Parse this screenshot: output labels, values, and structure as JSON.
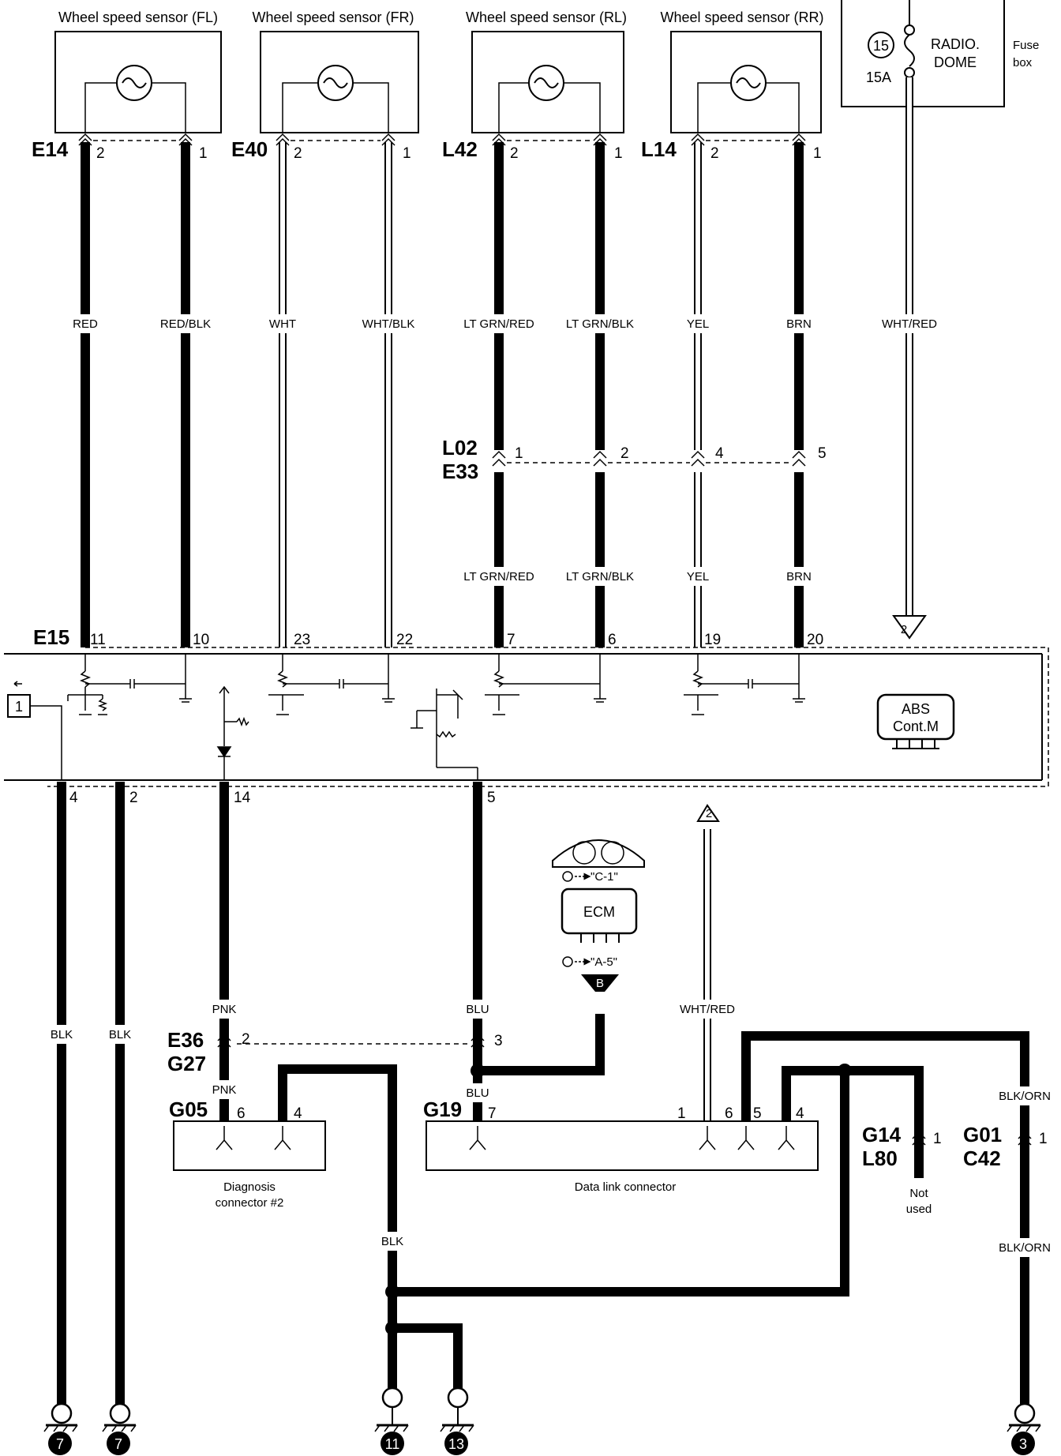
{
  "sensors": [
    {
      "title": "Wheel speed sensor (FL)",
      "connector": "E14",
      "pins": [
        "2",
        "1"
      ],
      "wires": [
        "RED",
        "RED/BLK"
      ]
    },
    {
      "title": "Wheel speed sensor (FR)",
      "connector": "E40",
      "pins": [
        "2",
        "1"
      ],
      "wires": [
        "WHT",
        "WHT/BLK"
      ]
    },
    {
      "title": "Wheel speed sensor (RL)",
      "connector": "L42",
      "pins": [
        "2",
        "1"
      ],
      "wires": [
        "LT GRN/RED",
        "LT GRN/BLK"
      ]
    },
    {
      "title": "Wheel speed sensor (RR)",
      "connector": "L14",
      "pins": [
        "2",
        "1"
      ],
      "wires": [
        "YEL",
        "BRN"
      ]
    }
  ],
  "fuse": {
    "number": "15",
    "rating": "15A",
    "name_line1": "RADIO.",
    "name_line2": "DOME",
    "box_line1": "Fuse",
    "box_line2": "box",
    "wire": "WHT/RED"
  },
  "inline_connector": {
    "upper": "L02",
    "lower": "E33",
    "pins": [
      "1",
      "2",
      "4",
      "5"
    ],
    "wires_below": [
      "LT GRN/RED",
      "LT GRN/BLK",
      "YEL",
      "BRN"
    ]
  },
  "abs_module": {
    "connector": "E15",
    "top_pins": [
      "11",
      "10",
      "23",
      "22",
      "7",
      "6",
      "19",
      "20"
    ],
    "bottom_pins": [
      "4",
      "2",
      "14",
      "5"
    ],
    "label_line1": "ABS",
    "label_line2": "Cont.M",
    "ref_box": "1",
    "arrow_ref": "2"
  },
  "ecm": {
    "label": "ECM",
    "ref_cluster": "\"C-1\"",
    "ref_ecm": "\"A-5\"",
    "splice": "B"
  },
  "lower_wires": {
    "blk": "BLK",
    "pnk": "PNK",
    "blu": "BLU",
    "wht_red": "WHT/RED",
    "blk_orn": "BLK/ORN"
  },
  "connectors": {
    "e36": "E36",
    "g27": "G27",
    "e36_pin": "2",
    "blu_pin": "3",
    "g05": "G05",
    "g05_pins": [
      "6",
      "4"
    ],
    "g19": "G19",
    "g19_pin": "7",
    "dlc_pins": [
      "1",
      "6",
      "5",
      "4"
    ],
    "g14": "G14",
    "l80": "L80",
    "g14_pin": "1",
    "g01": "G01",
    "c42": "C42",
    "g01_pin": "1"
  },
  "diag_conn": {
    "line1": "Diagnosis",
    "line2": "connector #2"
  },
  "dlc": {
    "label": "Data link connector"
  },
  "not_used": {
    "line1": "Not",
    "line2": "used"
  },
  "grounds": [
    "7",
    "7",
    "11",
    "13",
    "3"
  ]
}
